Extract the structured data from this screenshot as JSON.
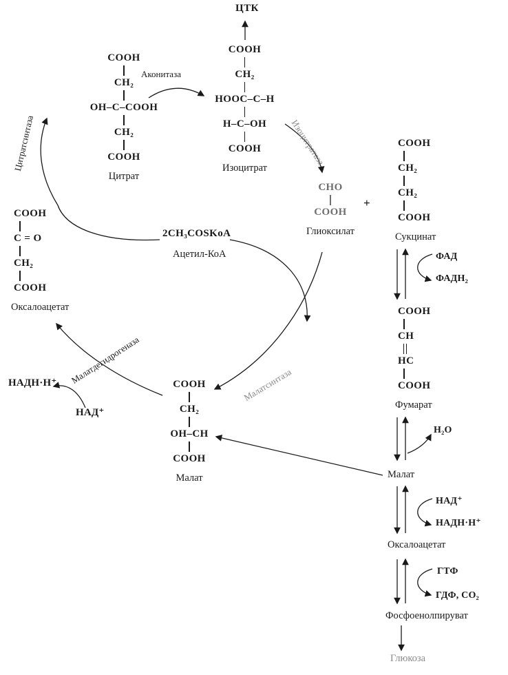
{
  "meta": {
    "ink_color": "#1a1a1a",
    "faded_color": "#8a8a8a",
    "background": "#ffffff"
  },
  "top": {
    "tca": "ЦТК"
  },
  "molecules": {
    "citrate": {
      "label": "Цитрат",
      "r1": "COOH",
      "r2": "CH₂",
      "r3": "OH–C–COOH",
      "r4": "CH₂",
      "r5": "COOH"
    },
    "isocitrate": {
      "label": "Изоцитрат",
      "r1": "COOH",
      "r2": "CH₂",
      "r3": "HOOC–C–H",
      "r4": "H–C–OH",
      "r5": "COOH"
    },
    "glyoxylate": {
      "label": "Глиоксилат",
      "r1": "CHO",
      "r2": "COOH"
    },
    "succinate": {
      "label": "Сукцинат",
      "r1": "COOH",
      "r2": "CH₂",
      "r3": "CH₂",
      "r4": "COOH"
    },
    "fumarate": {
      "label": "Фумарат",
      "r1": "COOH",
      "r2": "CH",
      "r3": "HC",
      "r4": "COOH"
    },
    "oxaloacetate": {
      "label": "Оксалоацетат",
      "r1": "COOH",
      "r2": "C = O",
      "r3": "CH₂",
      "r4": "COOH"
    },
    "malate": {
      "label": "Малат",
      "r1": "COOH",
      "r2": "CH₂",
      "r3": "OH–CH",
      "r4": "COOH"
    }
  },
  "enzymes": {
    "aconitase": "Аконитаза",
    "citrate_synthase": "Цитратсинтаза",
    "isocitratase": "Изоцитратаза",
    "malate_synthase": "Малатсинтаза",
    "malate_dehydrogenase": "Малатдегидрогеназа"
  },
  "metabolites": {
    "acetyl_coa_formula": "2CH₃COSKoA",
    "acetyl_coa_label": "Ацетил-КоА",
    "plus": "+",
    "malate_right": "Малат",
    "oxaloacetate_right": "Оксалоацетат",
    "pep": "Фосфоенолпируват",
    "glucose": "Глюкоза"
  },
  "cofactors": {
    "fad": "ФАД",
    "fadh2": "ФАДН₂",
    "h2o": "H₂O",
    "nad_right": "НАД⁺",
    "nadh_right": "НАДН·Н⁺",
    "gtp": "ГТФ",
    "gdp_co2": "ГДФ, CO₂",
    "nadh_left": "НАДН·Н⁺",
    "nad_left": "НАД⁺"
  }
}
